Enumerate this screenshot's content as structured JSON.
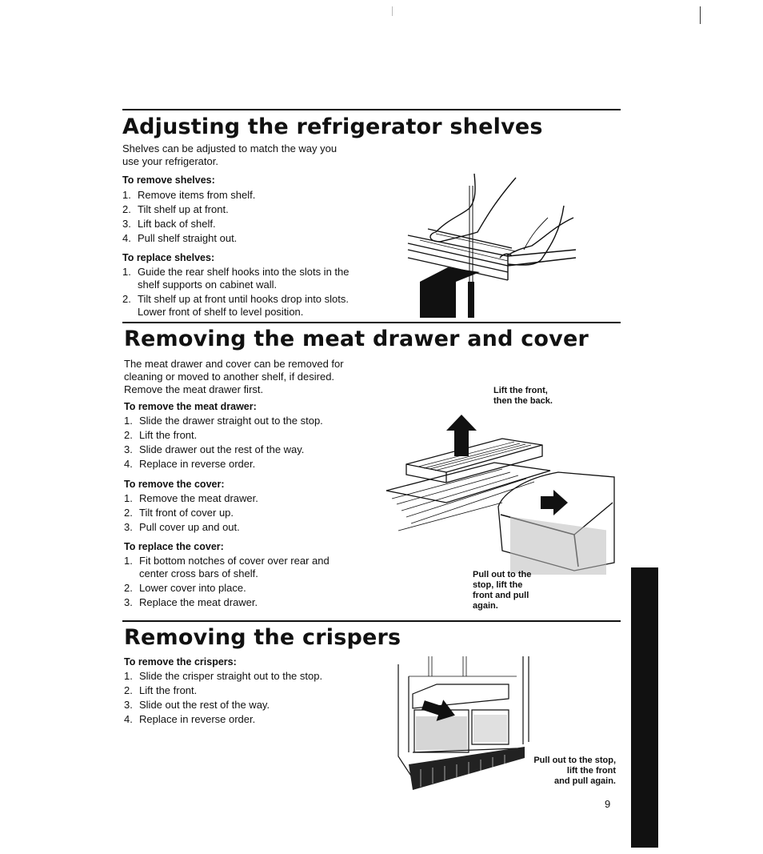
{
  "section1": {
    "title": "Adjusting the refrigerator shelves",
    "intro": [
      "Shelves can be adjusted to match the way you",
      "use your refrigerator."
    ],
    "remove_heading": "To remove shelves:",
    "remove_steps": [
      {
        "n": "1.",
        "text": "Remove items from shelf."
      },
      {
        "n": "2.",
        "text": "Tilt shelf up at front."
      },
      {
        "n": "3.",
        "text": "Lift back of shelf."
      },
      {
        "n": "4.",
        "text": "Pull shelf straight out."
      }
    ],
    "replace_heading": "To replace shelves:",
    "replace_steps": [
      {
        "n": "1.",
        "lines": [
          "Guide the rear shelf hooks into the slots in the",
          "shelf supports on cabinet wall."
        ]
      },
      {
        "n": "2.",
        "lines": [
          "Tilt shelf up at front until hooks drop into slots.",
          "Lower front of shelf to level position."
        ]
      }
    ]
  },
  "section2": {
    "title": "Removing the meat drawer and cover",
    "intro": [
      "The meat drawer and cover can be removed for",
      "cleaning or moved to another shelf, if desired.",
      "Remove the meat drawer first."
    ],
    "drawer_heading": "To remove the meat drawer:",
    "drawer_steps": [
      {
        "n": "1.",
        "text": "Slide the drawer straight out to the stop."
      },
      {
        "n": "2.",
        "text": "Lift the front."
      },
      {
        "n": "3.",
        "text": "Slide drawer out the rest of the way."
      },
      {
        "n": "4.",
        "text": "Replace in reverse order."
      }
    ],
    "cover_heading": "To remove the cover:",
    "cover_steps": [
      {
        "n": "1.",
        "text": "Remove the meat drawer."
      },
      {
        "n": "2.",
        "text": "Tilt front of cover up."
      },
      {
        "n": "3.",
        "text": "Pull cover up and out."
      }
    ],
    "replace_cover_heading": "To replace the cover:",
    "replace_cover_steps": [
      {
        "n": "1.",
        "lines": [
          "Fit bottom notches of cover over rear and",
          "center cross bars of shelf."
        ]
      },
      {
        "n": "2.",
        "lines": [
          "Lower cover into place."
        ]
      },
      {
        "n": "3.",
        "lines": [
          "Replace the meat drawer."
        ]
      }
    ],
    "caption_top": [
      "Lift the front,",
      "then the back."
    ],
    "caption_bottom": [
      "Pull out to the",
      "stop, lift the",
      "front and pull",
      "again."
    ]
  },
  "section3": {
    "title": "Removing the crispers",
    "remove_heading": "To remove the crispers:",
    "steps": [
      {
        "n": "1.",
        "text": "Slide the crisper straight out to the stop."
      },
      {
        "n": "2.",
        "text": "Lift the front."
      },
      {
        "n": "3.",
        "text": "Slide out the rest of the way."
      },
      {
        "n": "4.",
        "text": "Replace in reverse order."
      }
    ],
    "caption": [
      "Pull out to the stop,",
      "lift the front",
      "and pull again."
    ]
  },
  "page_number": "9"
}
